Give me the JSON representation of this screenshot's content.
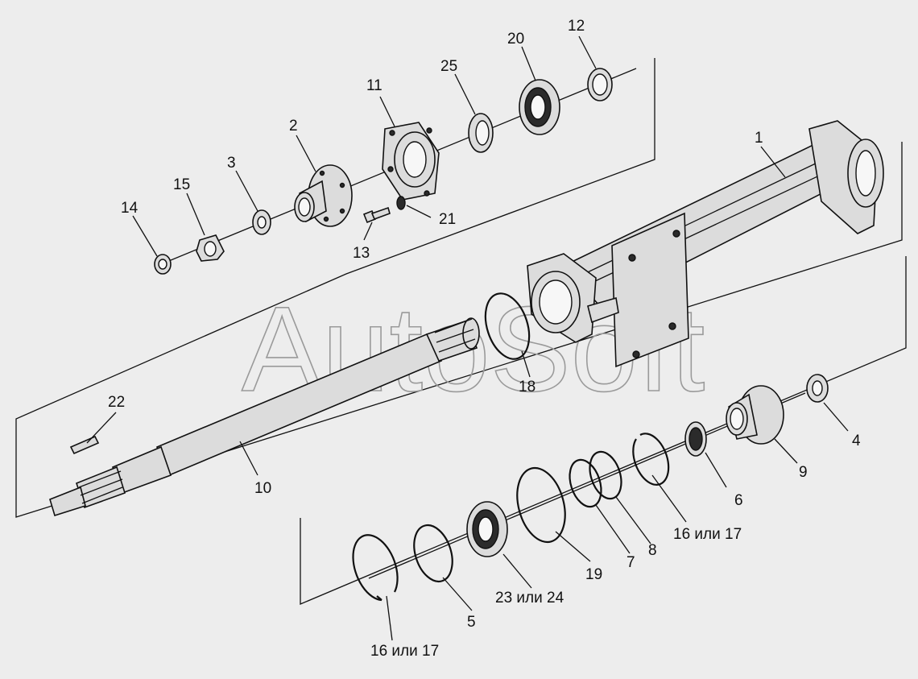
{
  "watermark": "AutoSoft",
  "labels": {
    "l1": "1",
    "l2": "2",
    "l3": "3",
    "l4": "4",
    "l5": "5",
    "l6": "6",
    "l7": "7",
    "l8": "8",
    "l9": "9",
    "l10": "10",
    "l11": "11",
    "l12": "12",
    "l13": "13",
    "l14": "14",
    "l15": "15",
    "l16a": "16 или 17",
    "l16b": "16 или 17",
    "l18": "18",
    "l19": "19",
    "l20": "20",
    "l21": "21",
    "l22": "22",
    "l23": "23 или 24",
    "l25": "25"
  }
}
